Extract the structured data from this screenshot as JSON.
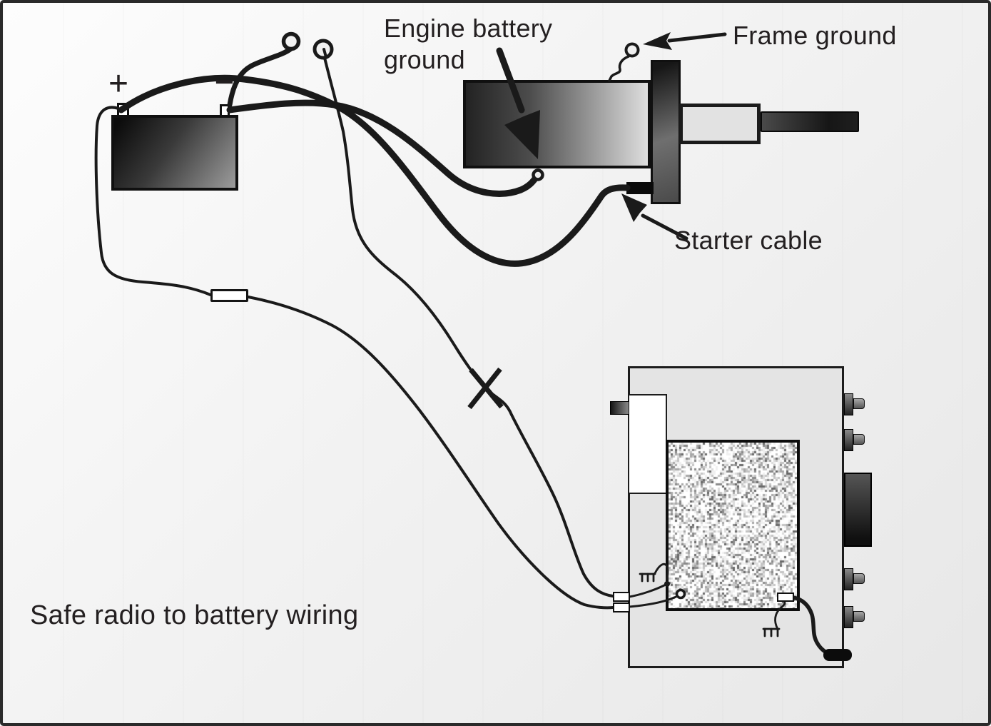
{
  "diagram": {
    "caption": "Safe radio to battery wiring",
    "labels": {
      "engine_battery_ground": "Engine battery\nground",
      "frame_ground": "Frame ground",
      "starter_cable": "Starter cable"
    },
    "battery": {
      "positive_terminal": "+",
      "negative_terminal": "−"
    },
    "components": {
      "battery": "12V battery",
      "engine": "engine block with flywheel, starter motor and shaft",
      "radio": "radio / receiver box with speaker",
      "inline_fuse": "fuse holder on radio positive wire",
      "ring_terminals": "two ring terminals above battery",
      "crossed_out_wire": "X mark on radio ground wire route"
    },
    "colors": {
      "ink": "#1a1a1a",
      "text": "#231f20",
      "background_light": "#fdfdfd",
      "background_dark": "#e7e7e7",
      "metal_light": "#e2e2e2"
    }
  }
}
